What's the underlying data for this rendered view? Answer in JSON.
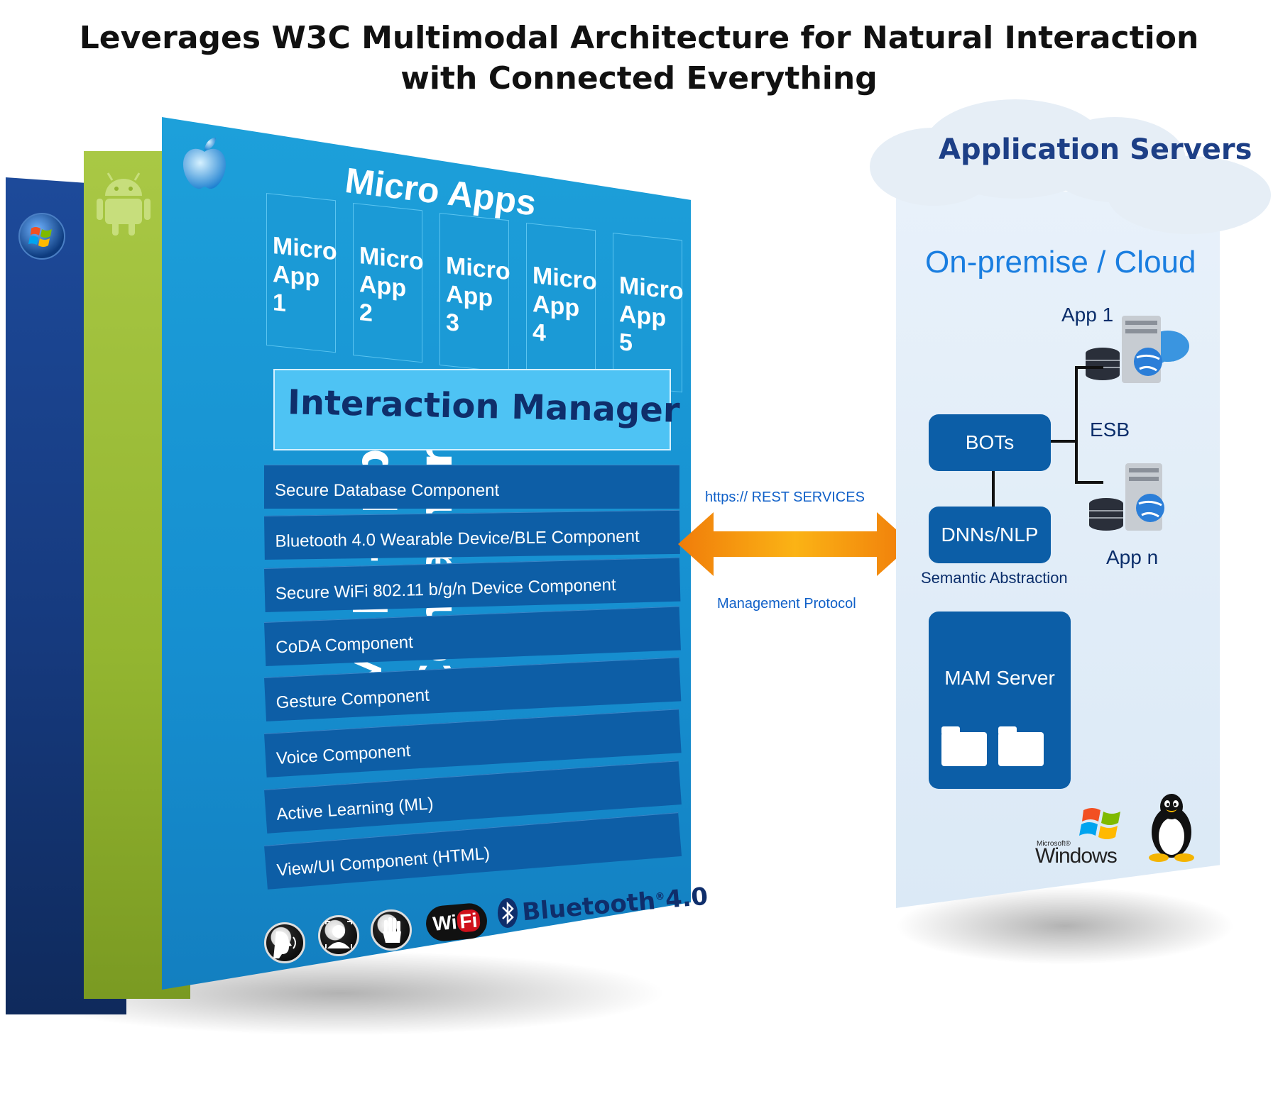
{
  "title": {
    "line1": "Leverages W3C Multimodal Architecture for Natural Interaction",
    "line2": "with Connected Everything"
  },
  "client": {
    "container_label": "Multi-app Container",
    "micro_apps_title": "Micro Apps",
    "micro_apps": [
      {
        "line1": "Micro",
        "line2": "App 1"
      },
      {
        "line1": "Micro",
        "line2": "App 2"
      },
      {
        "line1": "Micro",
        "line2": "App 3"
      },
      {
        "line1": "Micro",
        "line2": "App 4"
      },
      {
        "line1": "Micro",
        "line2": "App 5"
      }
    ],
    "interaction_manager": "Interaction Manager",
    "components": [
      "Secure Database Component",
      "Bluetooth 4.0 Wearable Device/BLE  Component",
      "Secure WiFi 802.11 b/g/n  Device Component",
      "CoDA Component",
      "Gesture Component",
      "Voice Component",
      "Active Learning (ML)",
      "View/UI Component (HTML)"
    ],
    "wifi": {
      "wi": "Wi",
      "fi": "Fi"
    },
    "bluetooth": "Bluetooth",
    "bluetooth_version": "4.0",
    "layer_colors": {
      "windows": "#1d4a9a",
      "android": "#a9c845",
      "ios": "#1da0da"
    }
  },
  "connection": {
    "top_label": "https:// REST SERVICES",
    "bottom_label": "Management Protocol",
    "arrow_color": "#f7a10a"
  },
  "server": {
    "cloud_title": "Application Servers",
    "deployment": "On-premise / Cloud",
    "app1": "App 1",
    "appn": "App n",
    "esb": "ESB",
    "bots": "BOTs",
    "dnn": "DNNs/NLP",
    "semantic": "Semantic Abstraction",
    "mam": "MAM Server",
    "windows_small": "Microsoft®",
    "windows": "Windows"
  }
}
